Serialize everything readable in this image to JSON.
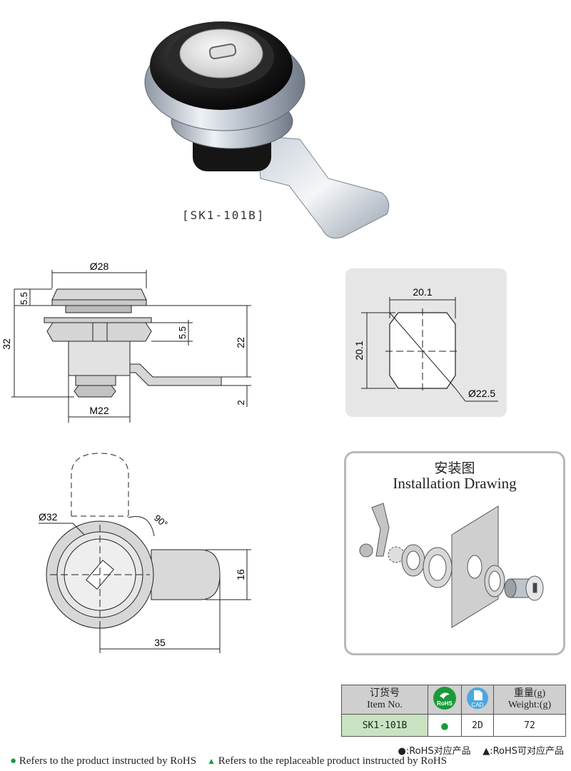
{
  "product": {
    "caption": "[SK1-101B]"
  },
  "side_view": {
    "dim_top_width": "Ø28",
    "dim_cap_height": "5.5",
    "dim_total_height": "32",
    "dim_nut_height": "5.5",
    "dim_body_length": "22",
    "dim_thread": "M22",
    "dim_cam_thickness": "2"
  },
  "cutout": {
    "dim_width": "20.1",
    "dim_height": "20.1",
    "dim_diameter": "Ø22.5"
  },
  "front_view": {
    "dim_diameter": "Ø32",
    "dim_angle": "90°",
    "dim_cam_width": "16",
    "dim_cam_length": "35"
  },
  "installation": {
    "title_cn": "安装图",
    "title_en": "Installation Drawing"
  },
  "spec_table": {
    "col_item_cn": "订货号",
    "col_item_en": "Item No.",
    "rohs_icon_label": "RoHS",
    "cad_icon_label": "CAD",
    "col_weight_cn": "重量(g)",
    "col_weight_en": "Weight:(g)",
    "item_no": "SK1-101B",
    "rohs_mark": "●",
    "cad_value": "2D",
    "weight": "72"
  },
  "legend": {
    "rohs_compliant": "●:RoHS对应产品",
    "rohs_replaceable": "▲:RoHS可对应产品"
  },
  "footer": {
    "rohs_note_symbol": "●",
    "rohs_note": "Refers to the product instructed by RoHS",
    "replace_note_symbol": "▲",
    "replace_note": "Refers to the replaceable product instructed by RoHS"
  },
  "colors": {
    "rohs_green": "#1a9a3a",
    "cad_blue": "#4aa8e0",
    "table_header_gray": "#cfcfcf",
    "item_cell_green": "#c9e3c2"
  }
}
